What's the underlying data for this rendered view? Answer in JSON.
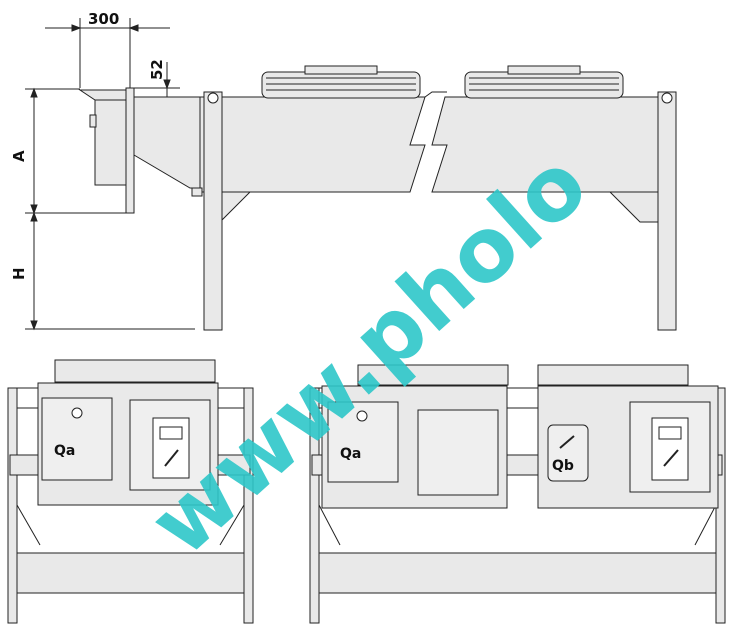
{
  "dimensions": {
    "width_label": "300",
    "height_offset_label": "52",
    "a_label": "A",
    "h_label": "H"
  },
  "side_views": {
    "left_unit": {
      "switch_label": "Qa"
    },
    "right_unit": {
      "switch_a_label": "Qa",
      "switch_b_label": "Qb"
    }
  },
  "watermark": {
    "text": "www.pholo"
  },
  "colors": {
    "panel_fill": "#e9e9e9",
    "outline": "#222222",
    "watermark": "#2ec7c9"
  }
}
